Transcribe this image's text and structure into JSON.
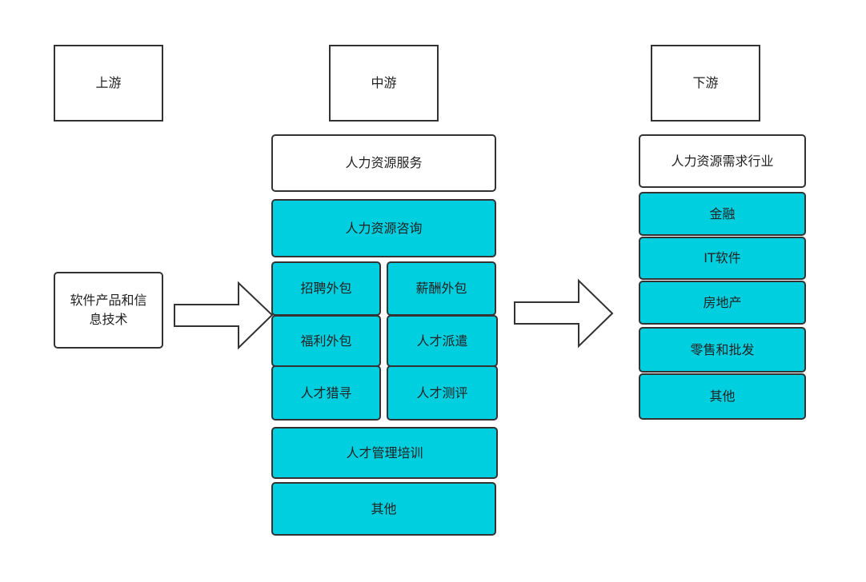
{
  "columns": {
    "upstream": {
      "header": "上游",
      "item": "软件产品和信息技术"
    },
    "midstream": {
      "header": "中游",
      "category": "人力资源服务",
      "consulting": "人力资源咨询",
      "grid": [
        "招聘外包",
        "薪酬外包",
        "福利外包",
        "人才派遣",
        "人才猎寻",
        "人才测评"
      ],
      "training": "人才管理培训",
      "other": "其他"
    },
    "downstream": {
      "header": "下游",
      "category": "人力资源需求行业",
      "industries": [
        "金融",
        "IT软件",
        "房地产",
        "零售和批发",
        "其他"
      ]
    }
  },
  "colors": {
    "fill_primary": "#00cfe0",
    "stroke": "#333333",
    "background": "#ffffff"
  }
}
